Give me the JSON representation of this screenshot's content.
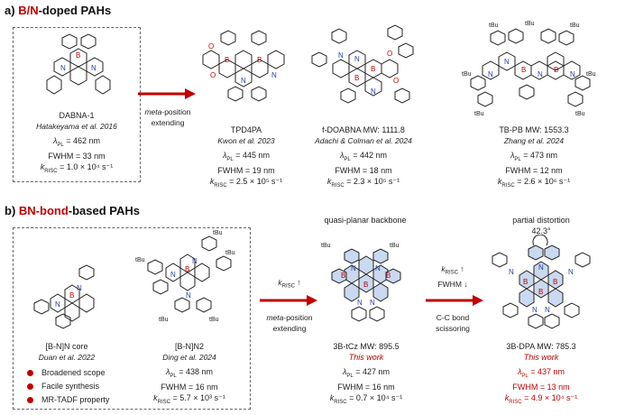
{
  "section_a": {
    "label": "a)",
    "title_red": "B/N",
    "title_rest": "-doped PAHs",
    "arrow_note": {
      "line1": "meta",
      "line1b": "-position",
      "line2": "extending"
    },
    "molecules": [
      {
        "name": "DABNA-1",
        "cite": "Hatakeyama et al. 2016",
        "pl": "462 nm",
        "fwhm": "FWHM = 33 nm",
        "krisc": "1.0 × 10⁴ s⁻¹"
      },
      {
        "name": "TPD4PA",
        "cite": "Kwon et al. 2023",
        "pl": "445 nm",
        "fwhm": "FWHM = 19 nm",
        "krisc": "2.5 × 10⁵ s⁻¹"
      },
      {
        "name": "f-DOABNA  MW: 1111.8",
        "cite": "Adachi & Colman et al. 2024",
        "pl": "442 nm",
        "fwhm": "FWHM = 18 nm",
        "krisc": "2.3 × 10⁵ s⁻¹"
      },
      {
        "name": "TB-PB  MW: 1553.3",
        "cite": "Zhang et al. 2024",
        "pl": "473 nm",
        "fwhm": "FWHM = 12 nm",
        "krisc": "2.6 × 10⁶ s⁻¹"
      }
    ]
  },
  "section_b": {
    "label": "b)",
    "title_red": "BN-bond",
    "title_rest": "-based PAHs",
    "bullets": [
      "Broadened scope",
      "Facile synthesis",
      "MR-TADF property"
    ],
    "arrow1_note": {
      "k": "k",
      "ksub": "RISC",
      "sym": "↑",
      "line1": "meta",
      "line1b": "-position",
      "line2": "extending"
    },
    "arrow2_note": {
      "k": "k",
      "ksub": "RISC",
      "sym": "↑",
      "fwhm": "FWHM ↓",
      "line1": "C-C bond",
      "line2": "scissoring"
    },
    "quasi_label": "quasi-planar backbone",
    "distortion_label": "partial distortion",
    "angle": "42.3°",
    "molecules": [
      {
        "name": "[B-N]N core",
        "cite": "Duan et al. 2022"
      },
      {
        "name": "[B-N]N2",
        "cite": "Ding et al. 2024",
        "pl": "438 nm",
        "fwhm": "FWHM = 16 nm",
        "krisc": "5.7 × 10³ s⁻¹"
      },
      {
        "name": "3B-tCz  MW: 895.5",
        "cite": "This work",
        "pl": "427 nm",
        "fwhm": "FWHM = 16 nm",
        "krisc": "0.7 × 10⁴ s⁻¹"
      },
      {
        "name": "3B-DPA  MW: 785.3",
        "cite": "This work",
        "pl": "437 nm",
        "fwhm": "FWHM = 13 nm",
        "krisc": "4.9 × 10⁴ s⁻¹"
      }
    ],
    "tbu": "tBu",
    "atoms": {
      "b": "B",
      "n": "N",
      "o": "O"
    }
  },
  "labels": {
    "lambda": "λ",
    "pl_sub": "PL",
    "eq": " = ",
    "k": "k",
    "risc_sub": "RISC",
    "eq2": " = "
  },
  "colors": {
    "accent": "#c00000",
    "ring_fill": "#c9d9ef",
    "bond": "#222222"
  }
}
